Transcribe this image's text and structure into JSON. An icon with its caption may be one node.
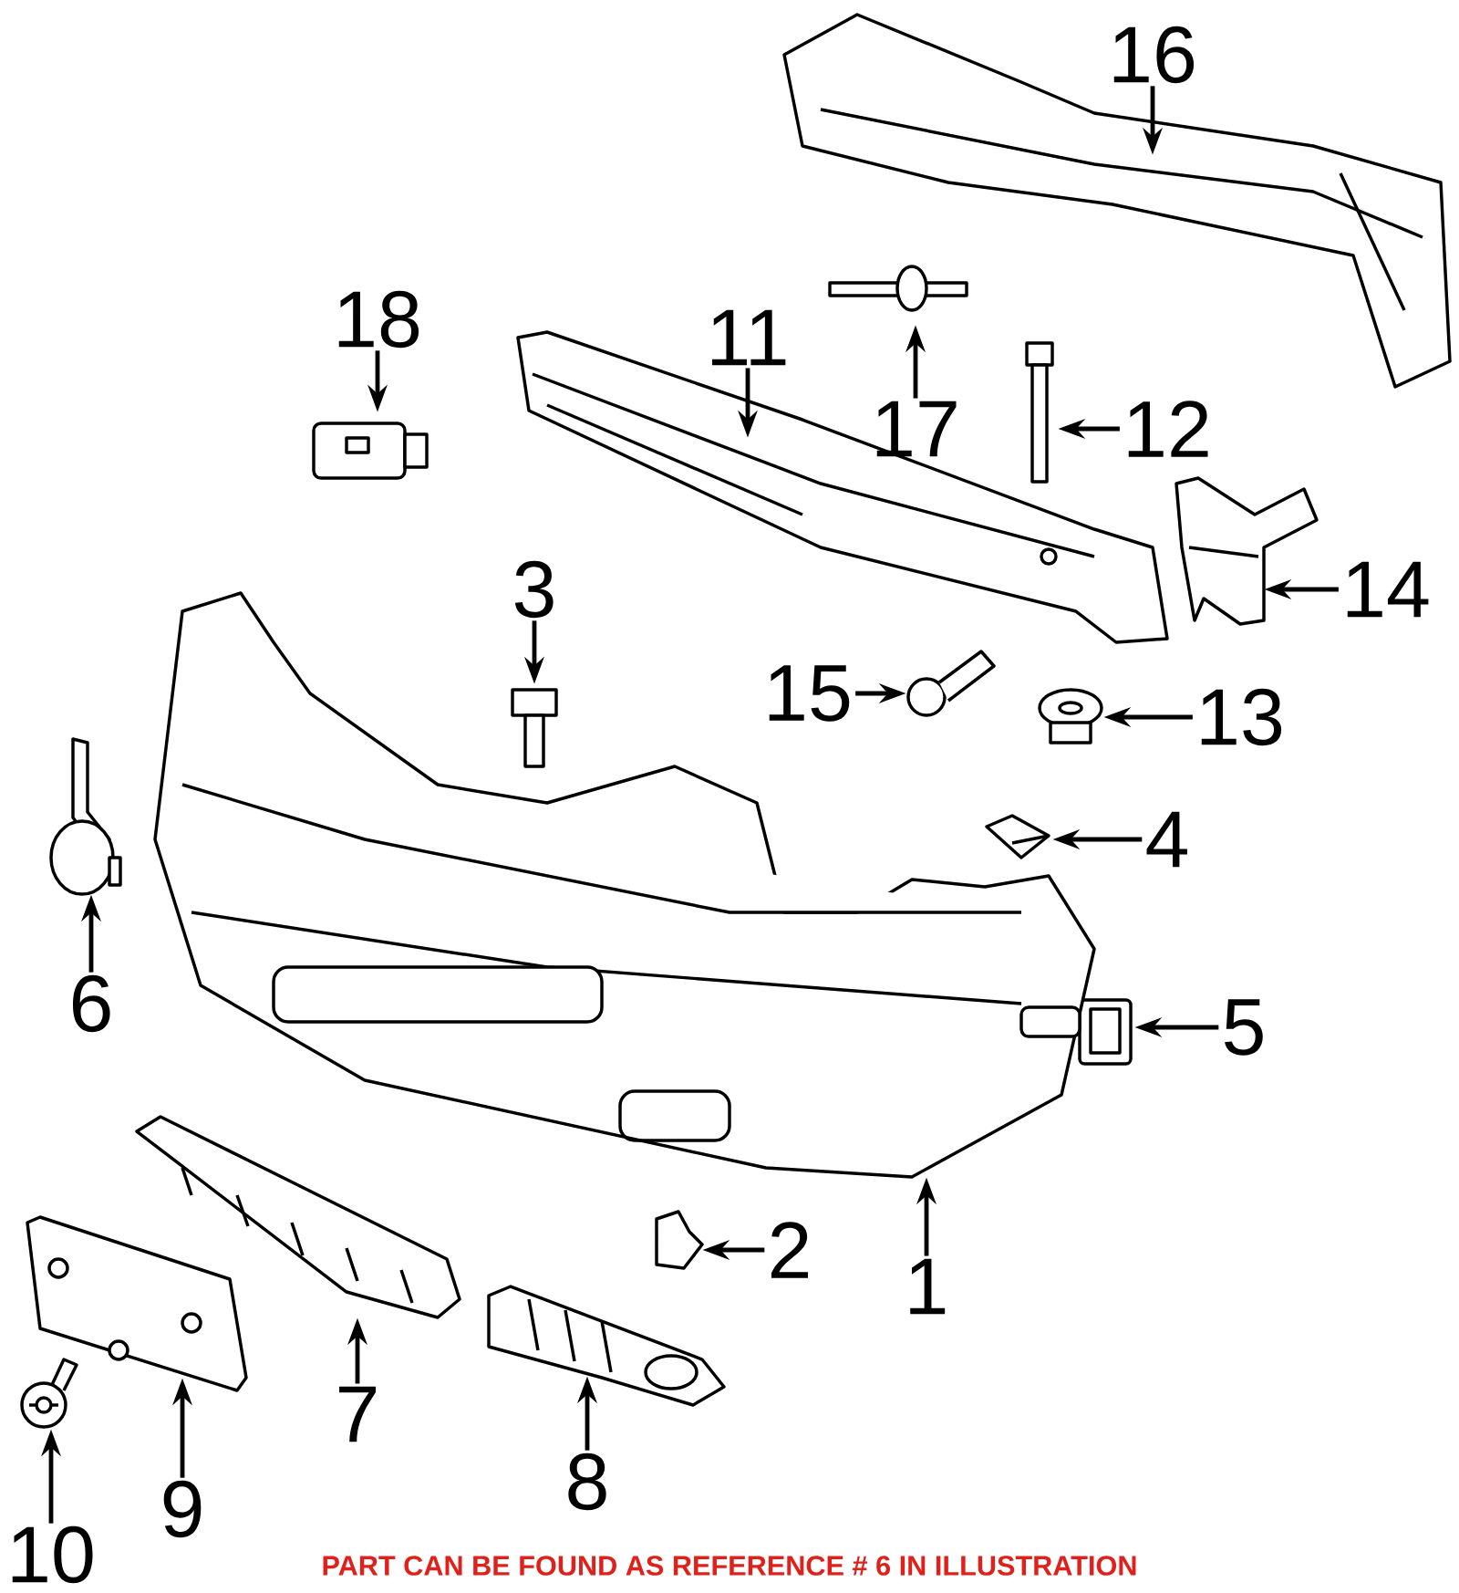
{
  "diagram": {
    "nodes": [
      {
        "text": [
          "16"
        ]
      },
      {
        "text": [],
        "shape": "picture"
      },
      {
        "text": [
          "18"
        ]
      },
      {
        "text": [],
        "shape": "picture"
      },
      {
        "text": [
          "11"
        ]
      },
      {
        "text": [],
        "shape": "picture"
      },
      {
        "text": [
          "17"
        ]
      },
      {
        "text": [],
        "shape": "picture"
      },
      {
        "text": [
          "12"
        ]
      },
      {
        "text": [],
        "shape": "picture"
      },
      {
        "text": [
          "3"
        ]
      },
      {
        "text": [],
        "shape": "picture"
      },
      {
        "text": [
          "14"
        ]
      },
      {
        "text": [],
        "shape": "picture"
      },
      {
        "text": [
          "15"
        ]
      },
      {
        "text": [],
        "shape": "picture"
      },
      {
        "text": [
          "13"
        ]
      },
      {
        "text": [],
        "shape": "picture"
      },
      {
        "text": [
          "4"
        ]
      },
      {
        "text": [],
        "shape": "picture"
      },
      {
        "text": [
          "6"
        ]
      },
      {
        "text": [],
        "shape": "picture"
      },
      {
        "text": [
          "5"
        ]
      },
      {
        "text": [],
        "shape": "picture"
      },
      {
        "text": [
          "1"
        ]
      },
      {
        "text": [],
        "shape": "picture"
      },
      {
        "text": [
          "2"
        ]
      },
      {
        "text": [],
        "shape": "picture"
      },
      {
        "text": [
          "7"
        ]
      },
      {
        "text": [],
        "shape": "picture"
      },
      {
        "text": [
          "9"
        ]
      },
      {
        "text": [],
        "shape": "picture"
      },
      {
        "text": [
          "8"
        ]
      },
      {
        "text": [],
        "shape": "picture"
      },
      {
        "text": [
          "10"
        ]
      },
      {
        "text": [],
        "shape": "picture"
      }
    ],
    "edges": [
      {
        "from": 0,
        "to": 1,
        "arrow": "to"
      },
      {
        "from": 2,
        "to": 3,
        "arrow": "to"
      },
      {
        "from": 4,
        "to": 5,
        "arrow": "to"
      },
      {
        "from": 6,
        "to": 7,
        "arrow": "to"
      },
      {
        "from": 8,
        "to": 9,
        "arrow": "to"
      },
      {
        "from": 10,
        "to": 11,
        "arrow": "to"
      },
      {
        "from": 12,
        "to": 13,
        "arrow": "to"
      },
      {
        "from": 14,
        "to": 15,
        "arrow": "to"
      },
      {
        "from": 16,
        "to": 17,
        "arrow": "to"
      },
      {
        "from": 18,
        "to": 19,
        "arrow": "to"
      },
      {
        "from": 20,
        "to": 21,
        "arrow": "to"
      },
      {
        "from": 22,
        "to": 23,
        "arrow": "to"
      },
      {
        "from": 24,
        "to": 25,
        "arrow": "to"
      },
      {
        "from": 26,
        "to": 27,
        "arrow": "to"
      },
      {
        "from": 28,
        "to": 29,
        "arrow": "to"
      },
      {
        "from": 30,
        "to": 31,
        "arrow": "to"
      },
      {
        "from": 32,
        "to": 33,
        "arrow": "to"
      },
      {
        "from": 34,
        "to": 35,
        "arrow": "to"
      }
    ],
    "labels": [
      "PART CAN BE FOUND AS REFERENCE # 6 IN ILLUSTRATION"
    ]
  }
}
